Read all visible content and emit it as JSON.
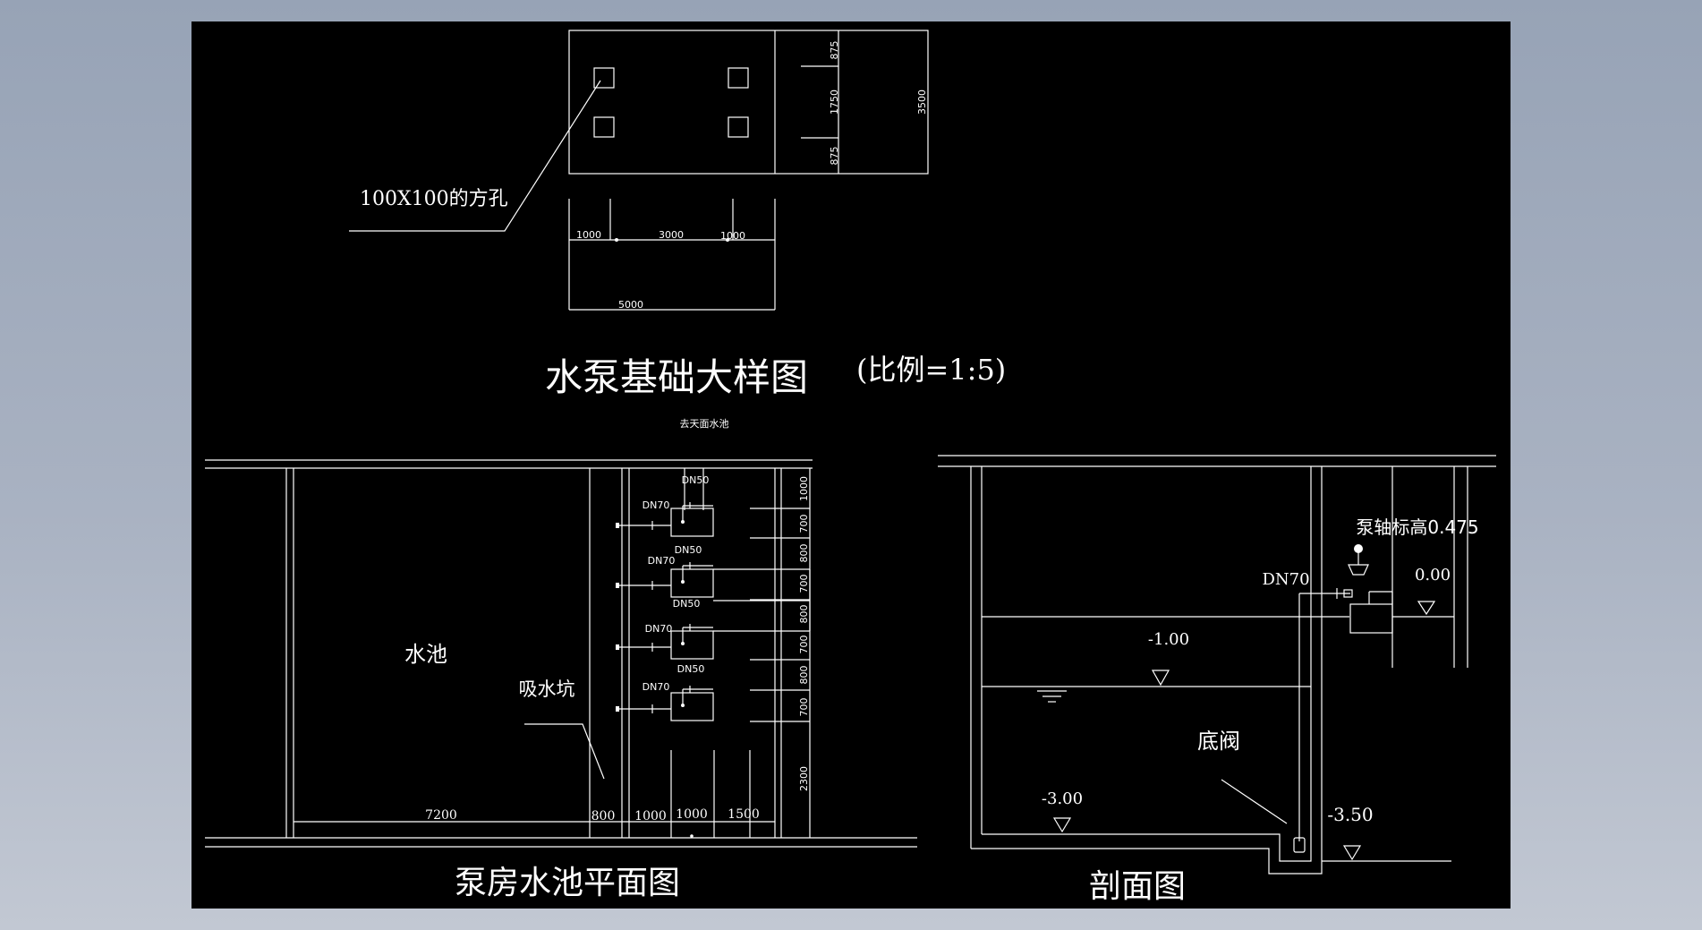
{
  "colors": {
    "background": "#000000",
    "lines": "#ffffff",
    "frame": "#a5aebe"
  },
  "foundation": {
    "square_hole_label": "100X100的方孔",
    "dim_875_top": "875",
    "dim_1750": "1750",
    "dim_875_bottom": "875",
    "dim_3500": "3500",
    "dim_1000_left": "1000",
    "dim_3000": "3000",
    "dim_1000_right": "1000",
    "dim_5000": "5000",
    "title": "水泵基础大样图",
    "scale": "(比例=1:5)",
    "roof_tank_note": "去天面水池"
  },
  "plan": {
    "pool_label": "水池",
    "sump_label": "吸水坑",
    "pipe_dn50_a": "DN50",
    "pipe_dn70_a": "DN70",
    "pipe_dn50_b": "DN50",
    "pipe_dn70_b": "DN70",
    "pipe_dn50_c": "DN50",
    "pipe_dn70_c": "DN70",
    "pipe_dn50_d": "DN50",
    "pipe_dn70_d": "DN70",
    "vdim_1": "1000",
    "vdim_2": "700",
    "vdim_3": "800",
    "vdim_4": "700",
    "vdim_5": "800",
    "vdim_6": "700",
    "vdim_7": "800",
    "vdim_8": "700",
    "vdim_9": "2300",
    "hdim_1": "7200",
    "hdim_2": "800",
    "hdim_3": "1000",
    "hdim_4": "1000",
    "hdim_5": "1500",
    "title": "泵房水池平面图"
  },
  "section": {
    "pump_axis": "泵轴标高0.475",
    "pipe_dn70": "DN70",
    "elev_000": "0.00",
    "elev_m100": "-1.00",
    "foot_valve": "底阀",
    "elev_m300": "-3.00",
    "elev_m350": "-3.50",
    "title": "剖面图"
  }
}
